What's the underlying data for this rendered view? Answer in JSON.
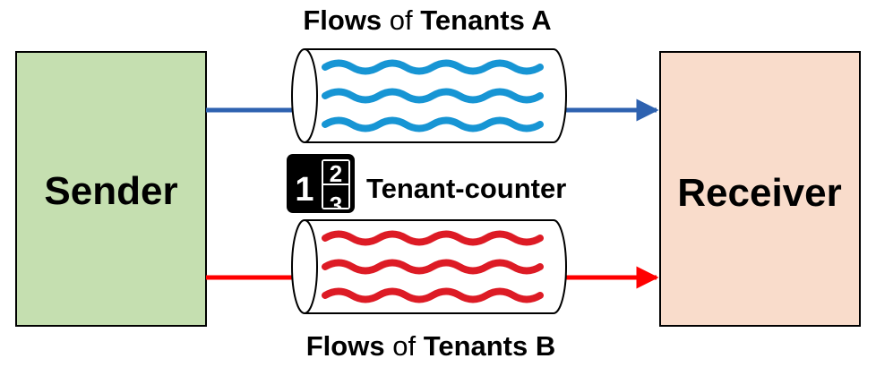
{
  "sender": {
    "label": "Sender",
    "fill": "#c5dfb0",
    "stroke": "#000000"
  },
  "receiver": {
    "label": "Receiver",
    "fill": "#f9dccb",
    "stroke": "#000000"
  },
  "tunnel_a": {
    "caption_bold_1": "Flows",
    "caption_plain": " of ",
    "caption_bold_2": "Tenants A",
    "line_color": "#2e62b0",
    "flow_color": "#1795d4"
  },
  "tunnel_b": {
    "caption_bold_1": "Flows",
    "caption_plain": " of ",
    "caption_bold_2": "Tenants B",
    "line_color": "#ff0000",
    "flow_color": "#dd1b25"
  },
  "counter": {
    "label": "Tenant-counter",
    "icon": "tenant-counter-icon",
    "digit_main": "1",
    "digit_top": "2",
    "digit_bottom": "3"
  }
}
